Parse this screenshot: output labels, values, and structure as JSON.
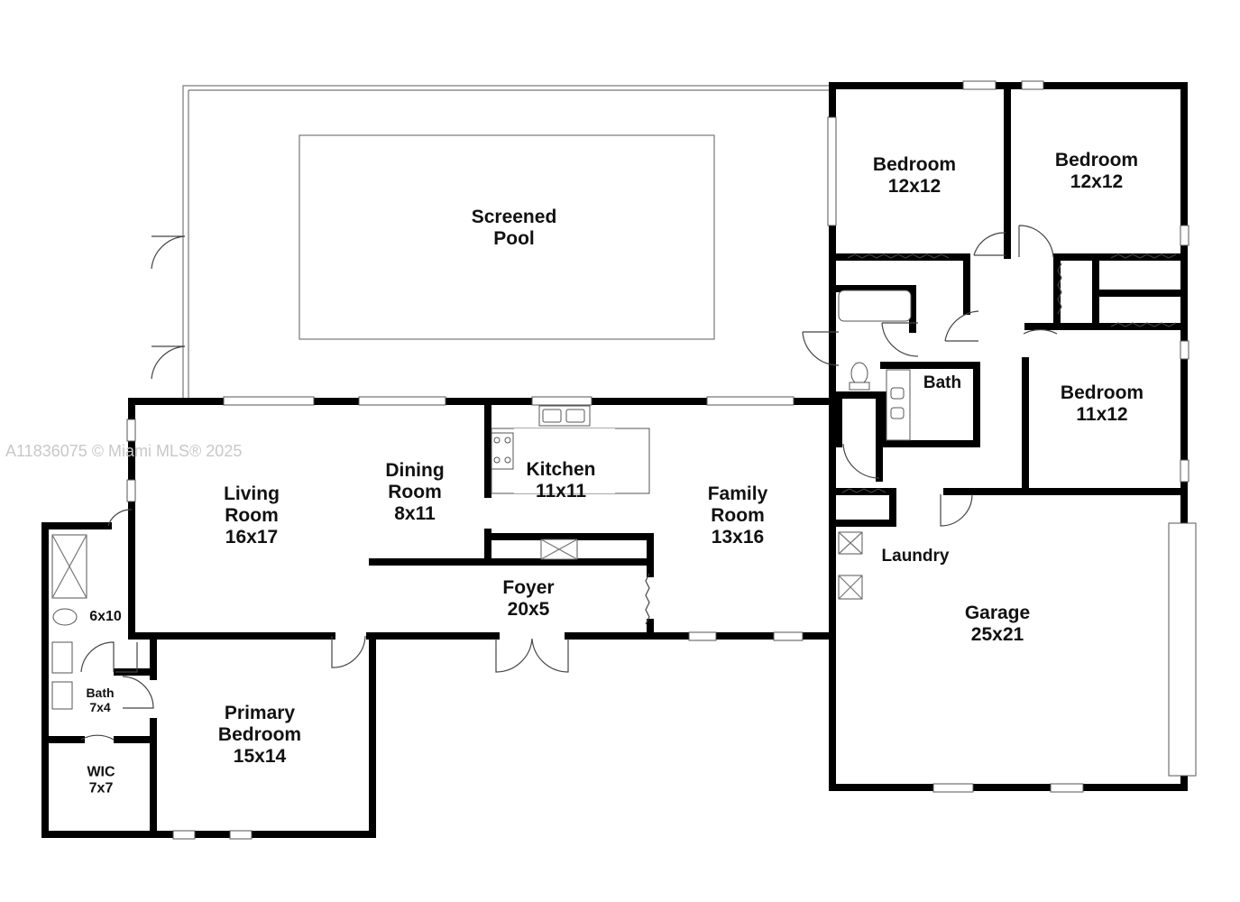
{
  "watermark": "A11836075 © Miami MLS® 2025",
  "rooms": {
    "screened_pool": {
      "name_line1": "Screened",
      "name_line2": "Pool"
    },
    "bedroom_a": {
      "name": "Bedroom",
      "size": "12x12"
    },
    "bedroom_b": {
      "name": "Bedroom",
      "size": "12x12"
    },
    "bedroom_c": {
      "name": "Bedroom",
      "size": "11x12"
    },
    "bath_hall": {
      "name": "Bath"
    },
    "living_room": {
      "name_line1": "Living",
      "name_line2": "Room",
      "size": "16x17"
    },
    "dining_room": {
      "name_line1": "Dining",
      "name_line2": "Room",
      "size": "8x11"
    },
    "kitchen": {
      "name": "Kitchen",
      "size": "11x11"
    },
    "family_room": {
      "name_line1": "Family",
      "name_line2": "Room",
      "size": "13x16"
    },
    "foyer": {
      "name": "Foyer",
      "size": "20x5"
    },
    "laundry": {
      "name": "Laundry"
    },
    "garage": {
      "name": "Garage",
      "size": "25x21"
    },
    "primary_bedroom": {
      "name_line1": "Primary",
      "name_line2": "Bedroom",
      "size": "15x14"
    },
    "primary_bath_6x10": {
      "size": "6x10"
    },
    "bath_7x4": {
      "name": "Bath",
      "size": "7x4"
    },
    "wic": {
      "name": "WIC",
      "size": "7x7"
    }
  }
}
